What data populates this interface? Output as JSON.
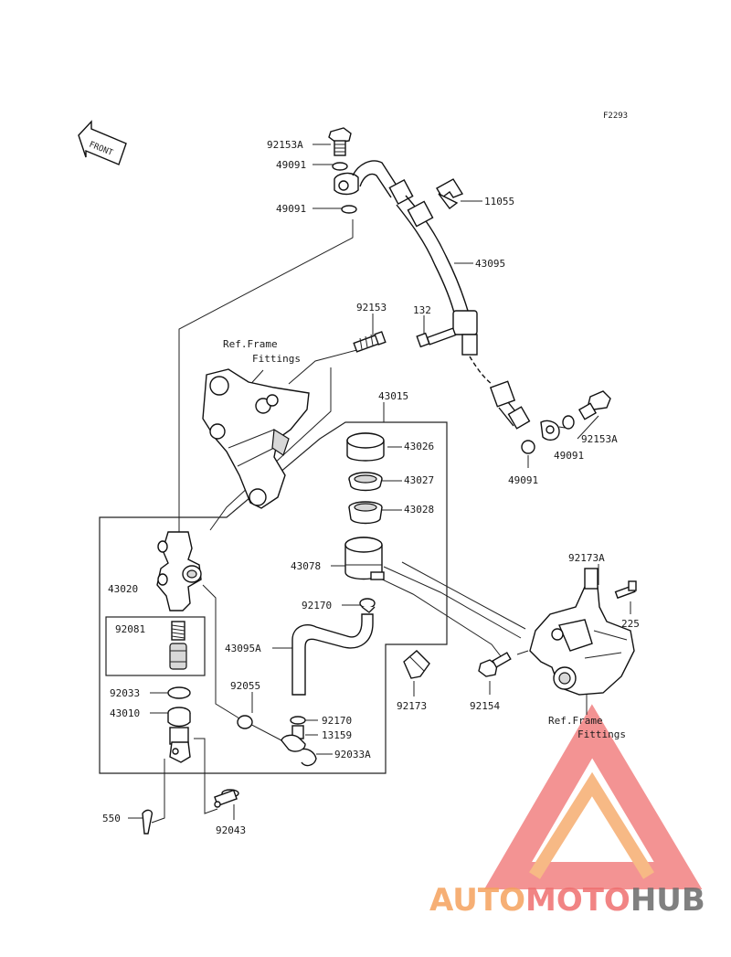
{
  "figure_code": "F2293",
  "front_label": "FRONT",
  "labels": {
    "p92153A_top": "92153A",
    "p49091_a": "49091",
    "p49091_b": "49091",
    "p11055": "11055",
    "p43095": "43095",
    "p92153": "92153",
    "p132": "132",
    "ref_frame_1a": "Ref.Frame",
    "ref_frame_1b": "Fittings",
    "p43015": "43015",
    "p43026": "43026",
    "p43027": "43027",
    "p43028": "43028",
    "p92153A_right": "92153A",
    "p49091_c": "49091",
    "p49091_d": "49091",
    "p43078": "43078",
    "p92170_a": "92170",
    "p43020": "43020",
    "p92081": "92081",
    "p43095A": "43095A",
    "p92173A": "92173A",
    "p225": "225",
    "p92173": "92173",
    "p92154": "92154",
    "p92033": "92033",
    "p92055": "92055",
    "p43010": "43010",
    "p92170_b": "92170",
    "p13159": "13159",
    "p92033A": "92033A",
    "ref_frame_2a": "Ref.Frame",
    "ref_frame_2b": "Fittings",
    "p550": "550",
    "p92043": "92043"
  },
  "watermark": {
    "part1": "AUTO",
    "part2": "MOTO",
    "part3": "HUB",
    "color1": "#f5a25d",
    "color2": "#ef6f6f",
    "color3": "#6b6b6b"
  }
}
